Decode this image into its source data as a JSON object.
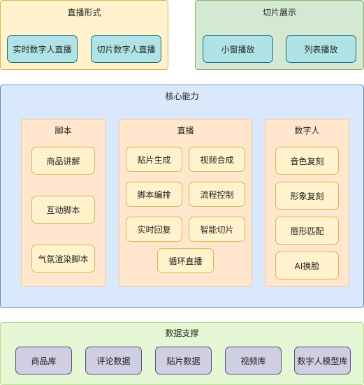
{
  "live_mode": {
    "title": "直播形式",
    "items": [
      "实时数字人直播",
      "切片数字人直播"
    ]
  },
  "clip_display": {
    "title": "切片展示",
    "items": [
      "小窗播放",
      "列表播放"
    ]
  },
  "core": {
    "title": "核心能力",
    "script": {
      "title": "脚本",
      "items": [
        "商品讲解",
        "互动脚本",
        "气氛渲染脚本"
      ]
    },
    "live": {
      "title": "直播",
      "items": [
        "贴片生成",
        "视频合成",
        "脚本编排",
        "流程控制",
        "实时回复",
        "智能切片",
        "循环直播"
      ]
    },
    "digital_human": {
      "title": "数字人",
      "items": [
        "音色复刻",
        "形象复刻",
        "唇形匹配",
        "AI换脸"
      ]
    }
  },
  "data_support": {
    "title": "数据支撑",
    "items": [
      "商品库",
      "评论数据",
      "贴片数据",
      "视频库",
      "数字人模型库"
    ]
  },
  "colors": {
    "live_mode_fill": "#fff2cc",
    "clip_display_fill": "#d5e8d4",
    "core_fill": "#dae8fc",
    "sub_fill": "#ffe6cc",
    "data_fill": "#e6f7d6",
    "teal_node": "#b0e3e6",
    "purple_node": "#d0cee2"
  }
}
